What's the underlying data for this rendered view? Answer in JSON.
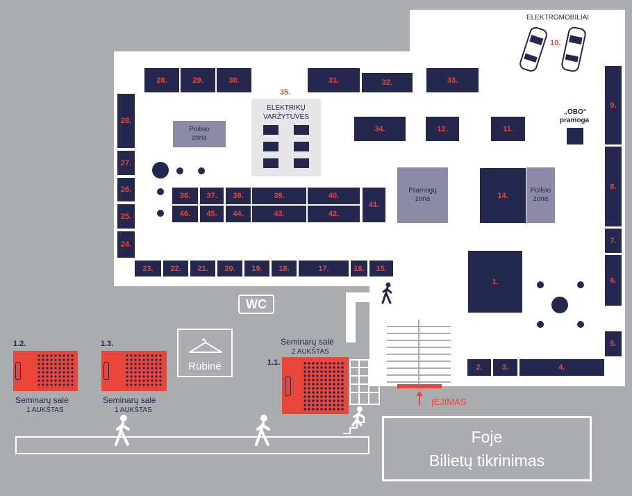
{
  "labels": {
    "electric_cars": "ELEKTROMOBILIAI",
    "electric_cars_num": "10.",
    "obo": "„OBO“",
    "obo_sub": "pramoga",
    "race_num": "35.",
    "race_title1": "ELEKTRIKŲ",
    "race_title2": "VARŽYTUVĖS",
    "rest_zone_1_a": "Poilsio",
    "rest_zone_1_b": "zona",
    "fun_zone_a": "Pramogų",
    "fun_zone_b": "zona",
    "rest_zone_2_a": "Poilsio",
    "rest_zone_2_b": "zona",
    "wc": "WC",
    "cloakroom": "Rūbinė",
    "entrance": "ĮĖJIMAS",
    "foyer_1": "Foje",
    "foyer_2": "Bilietų tikrinimas",
    "sem_12_num": "1.2.",
    "sem_12_title": "Seminarų salė",
    "sem_12_floor": "1 AUKŠTAS",
    "sem_13_num": "1.3.",
    "sem_13_title": "Seminarų salė",
    "sem_13_floor": "1 AUKŠTAS",
    "sem_11_num": "1.1.",
    "sem_11_title": "Seminarų salė",
    "sem_11_floor": "2 AUKŠTAS"
  },
  "booths": {
    "b1": "1.",
    "b2": "2.",
    "b3": "3.",
    "b4": "4.",
    "b5": "5.",
    "b6": "6.",
    "b7": "7.",
    "b8": "8.",
    "b9": "9.",
    "b11": "11.",
    "b12": "12.",
    "b14": "14.",
    "b15": "15.",
    "b16": "16.",
    "b17": "17.",
    "b18": "18.",
    "b19": "19.",
    "b20": "20.",
    "b21": "21.",
    "b22": "22.",
    "b23": "23.",
    "b24": "24.",
    "b25": "25.",
    "b26": "26.",
    "b27": "27.",
    "b28a": "28.",
    "b28b": "28.",
    "b29": "29.",
    "b30": "30.",
    "b31": "31.",
    "b32": "32.",
    "b33": "33.",
    "b34": "34.",
    "b36": "36.",
    "b37": "37.",
    "b38": "38.",
    "b39": "39.",
    "b40": "40.",
    "b41": "41.",
    "b42": "42.",
    "b43": "43.",
    "b44": "44.",
    "b45": "45.",
    "b46": "46."
  },
  "colors": {
    "booth": "#25284e",
    "accent": "#e8463a",
    "zone": "#8c8aa6",
    "background": "#abacaf"
  }
}
